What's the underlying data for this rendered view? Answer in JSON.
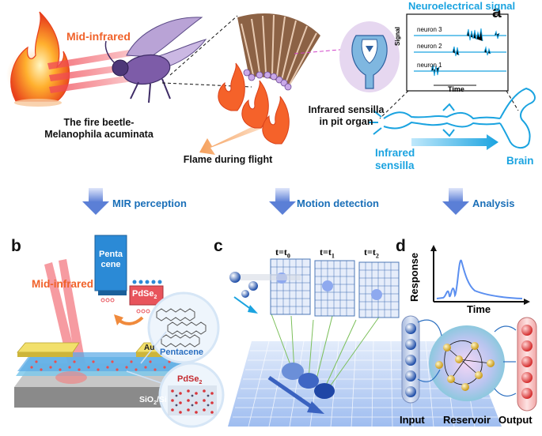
{
  "panels": {
    "a": "a",
    "b": "b",
    "c": "c",
    "d": "d"
  },
  "panel_a": {
    "mid_infrared": "Mid-infrared",
    "beetle_caption_line1": "The fire beetle-",
    "beetle_caption_line2": "Melanophila acuminata",
    "flame_caption": "Flame during flight",
    "sensilla_caption_line1": "Infrared sensilla",
    "sensilla_caption_line2": "in pit organ",
    "neuro_title": "Neuroelectrical signal",
    "signal_axis": "Signal",
    "time_axis": "Time",
    "neurons": [
      "neuron 3",
      "neuron 2",
      "neuron 1"
    ],
    "infrared_sensilla_line1": "Infrared",
    "infrared_sensilla_line2": "sensilla",
    "brain": "Brain"
  },
  "flow": {
    "mir_perception": "MIR perception",
    "motion_detection": "Motion detection",
    "analysis": "Analysis"
  },
  "panel_b": {
    "pentacene_block_line1": "Penta",
    "pentacene_block_line2": "cene",
    "pdse2_block": "PdSe",
    "pdse2_sub": "2",
    "mid_infrared": "Mid-infrared",
    "pentacene_label": "Pentacene",
    "au_label": "Au",
    "pdse2_label": "PdSe",
    "pdse2_label_sub": "2",
    "substrate": "SiO",
    "substrate_sub": "2",
    "substrate_tail": "/Si"
  },
  "panel_c": {
    "t0": "t=t",
    "t0_sub": "0",
    "t1": "t=t",
    "t1_sub": "1",
    "t2": "t=t",
    "t2_sub": "2"
  },
  "panel_d": {
    "response": "Response",
    "time": "Time",
    "input": "Input",
    "reservoir": "Reservoir",
    "output": "Output"
  },
  "colors": {
    "orange": "#f0622a",
    "cyan": "#1aa3e0",
    "arrow_blue": "#5b7fd6",
    "pentacene_blue": "#2b8ad6",
    "pdse2_red": "#e8545c",
    "gold": "#e3c23a"
  }
}
